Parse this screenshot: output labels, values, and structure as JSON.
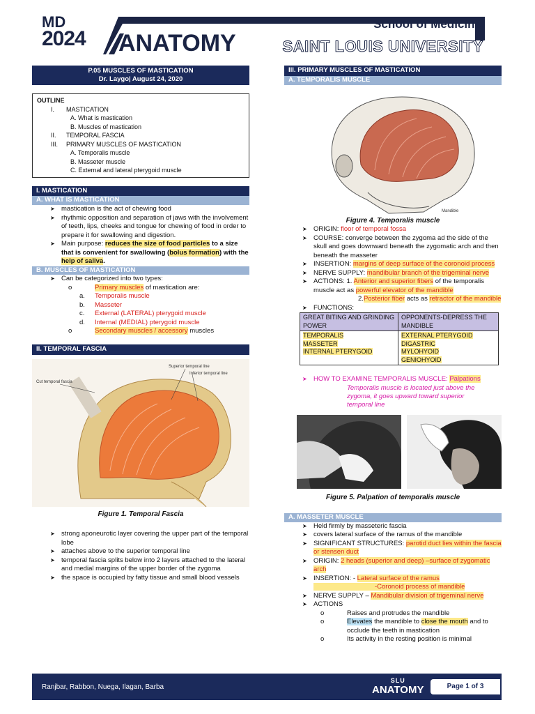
{
  "header": {
    "md": "MD",
    "year": "2024",
    "title": "ANATOMY",
    "school": "School of Medicine",
    "university": "SAINT LOUIS UNIVERSITY"
  },
  "doc": {
    "title": "P.05 MUSCLES OF MASTICATION",
    "author_date": "Dr. Laygo| August 24, 2020"
  },
  "outline": {
    "label": "OUTLINE",
    "items": [
      {
        "num": "I.",
        "text": "MASTICATION"
      },
      {
        "num": "",
        "text": "A. What is mastication"
      },
      {
        "num": "",
        "text": "B. Muscles of mastication"
      },
      {
        "num": "II.",
        "text": "TEMPORAL FASCIA"
      },
      {
        "num": "III.",
        "text": "PRIMARY MUSCLES OF MASTICATION"
      },
      {
        "num": "",
        "text": "A. Temporalis muscle"
      },
      {
        "num": "",
        "text": "B. Masseter muscle"
      },
      {
        "num": "",
        "text": "C. External and lateral pterygoid muscle"
      }
    ]
  },
  "sec1": {
    "heading": "I.   MASTICATION",
    "subA": "A.   WHAT IS MASTICATION",
    "a1": "mastication is the act of chewing food",
    "a2": "rhythmic opposition and separation of jaws with the involvement of teeth, lips, cheeks and tongue for chewing of food in order to prepare it for swallowing and digestion.",
    "a3_pre": "Main purpose: ",
    "a3_hl1": "reduces the size of food particles",
    "a3_mid1": " to a size that is convenient for swallowing (",
    "a3_hl2": "bolus formation",
    "a3_mid2": ") with the ",
    "a3_hl3": "help of saliva",
    "a3_end": ".",
    "subB": "B.   MUSCLES OF MASTICATION",
    "b1": "Can be categorized into two types:",
    "b_primary": "Primary muscles",
    "b_primary_tail": " of mastication are:",
    "b_list": [
      {
        "mk": "a.",
        "text": "Temporalis muscle"
      },
      {
        "mk": "b.",
        "text": "Masseter"
      },
      {
        "mk": "c.",
        "text": "External (LATERAL) pterygoid muscle"
      },
      {
        "mk": "d.",
        "text": "Internal (MEDIAL) pterygoid muscle"
      }
    ],
    "b_secondary": "Secondary muscles / accessory",
    "b_secondary_tail": " muscles"
  },
  "sec2": {
    "heading": "II.  TEMPORAL FASCIA",
    "fig_labels": {
      "sup_line": "Superior temporal line",
      "inf_line": "Inferior temporal line",
      "cut_fascia": "Cut temporal fascia"
    },
    "caption": "Figure 1. Temporal Fascia",
    "bullets": [
      "strong aponeurotic layer covering the upper part of the temporal lobe",
      "attaches above to the superior temporal line",
      "temporal fascia splits below into 2 layers attached to the lateral and medial margins of the upper border of the zygoma",
      "the space is occupied by fatty tissue and small blood vessels"
    ]
  },
  "sec3": {
    "heading": "III.  PRIMARY MUSCLES OF MASTICATION",
    "subA": "A.  TEMPORALIS MUSCLE",
    "fig4_caption": "Figure 4. Temporalis muscle",
    "fig4_label": "Mandible",
    "origin_lbl": "ORIGIN: ",
    "origin_val": "floor of temporal fossa",
    "course": "COURSE: converge between the zygoma ad the side of the skull and goes downward beneath the zygomatic arch and then beneath the masseter",
    "insertion_lbl": "INSERTION: ",
    "insertion_val": "margins of deep surface of the coronoid process",
    "nerve_lbl": "NERVE SUPPLY: ",
    "nerve_val": "mandibular branch of the trigeminal nerve",
    "actions_lbl": "ACTIONS: 1. ",
    "actions_v1": "Anterior and superior fibers",
    "actions_t1": " of the temporalis muscle act as ",
    "actions_v2": "powerful elevator of the mandible",
    "actions_n2": "2.",
    "actions_v3": "Posterior fiber",
    "actions_t3": " acts as ",
    "actions_v4": "retractor of the mandible",
    "functions_lbl": "FUNCTIONS:",
    "func_table": {
      "head_left": "GREAT BITING AND GRINDING POWER",
      "head_right": "OPPONENTS-DEPRESS THE MANDIBLE",
      "left": [
        "TEMPORALIS",
        "MASSETER",
        "INTERNAL PTERYGOID"
      ],
      "right": [
        "EXTERNAL PTERYGOID",
        "DIGASTRIC",
        "MYLOHYOID",
        "GENIOHYOID"
      ]
    },
    "exam_lbl": "HOW TO EXAMINE TEMPORALIS MUSCLE:  ",
    "exam_val": "Palpations",
    "exam_note": "Temporalis muscle is located just above the zygoma, it goes upward toward superior temporal line",
    "fig5_caption": "Figure 5. Palpation of temporalis muscle",
    "subB": "A.    MASSETER MUSCLE",
    "m1": "Held firmly by masseteric fascia",
    "m2": "covers lateral surface of the ramus of the mandible",
    "m3_lbl": "SIGNIFICANT STRUCTURES: ",
    "m3_val": "parotid duct lies within the fascia or stensen duct",
    "m4_lbl": "ORIGIN: ",
    "m4_val": "2 heads (superior and deep) –surface of zygomatic arch",
    "m5_lbl": "INSERTION: - ",
    "m5_val1": "Lateral surface of the ramus",
    "m5_val2": "-Coronoid process of mandible",
    "m6_lbl": "NERVE SUPPLY – ",
    "m6_val": "Mandibular division of trigeminal nerve",
    "m7": "ACTIONS",
    "act1": "Raises and protrudes the mandible",
    "act2_hl": "Elevates",
    "act2_mid": " the mandible to ",
    "act2_hl2": "close the mouth",
    "act2_end": " and to occlude the teeth in mastication",
    "act3": "Its activity in the resting position is minimal"
  },
  "footer": {
    "names": "Ranjbar, Rabbon, Nuega, Ilagan, Barba",
    "logo_top": "SLU",
    "logo_bottom": "ANATOMY",
    "page": "Page 1 of 3"
  },
  "colors": {
    "navy": "#1b2a5b",
    "light_blue": "#9bb3d3",
    "highlight": "#fde98a",
    "red_text": "#d8231f",
    "table_head": "#c6bfe2"
  }
}
